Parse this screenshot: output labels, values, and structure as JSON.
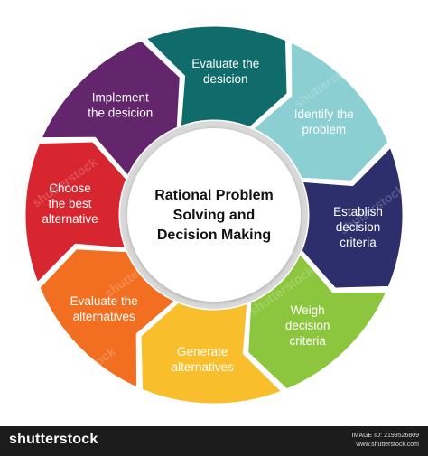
{
  "center": {
    "lines": [
      "Rational Problem",
      "Solving and",
      "Decision Making"
    ]
  },
  "steps": [
    {
      "lines": [
        "Identify the",
        "problem"
      ],
      "color": "#8ccfd3"
    },
    {
      "lines": [
        "Establish",
        "decision",
        "criteria"
      ],
      "color": "#2d2f6d"
    },
    {
      "lines": [
        "Weigh",
        "decision",
        "criteria"
      ],
      "color": "#8cc63e"
    },
    {
      "lines": [
        "Generate",
        "alternatives"
      ],
      "color": "#f9be2c"
    },
    {
      "lines": [
        "Evaluate the",
        "alternatives"
      ],
      "color": "#f26f21"
    },
    {
      "lines": [
        "Choose",
        "the best",
        "alternative"
      ],
      "color": "#d7262f"
    },
    {
      "lines": [
        "Implement",
        "the desicion"
      ],
      "color": "#63266c"
    },
    {
      "lines": [
        "Evaluate the",
        "desicion"
      ],
      "color": "#0f6c6a"
    }
  ],
  "watermark": "shutterstock",
  "footer": {
    "logo": "shutterstock",
    "image_id": "IMAGE ID: 2199526809",
    "site": "www.shutterstock.com"
  }
}
